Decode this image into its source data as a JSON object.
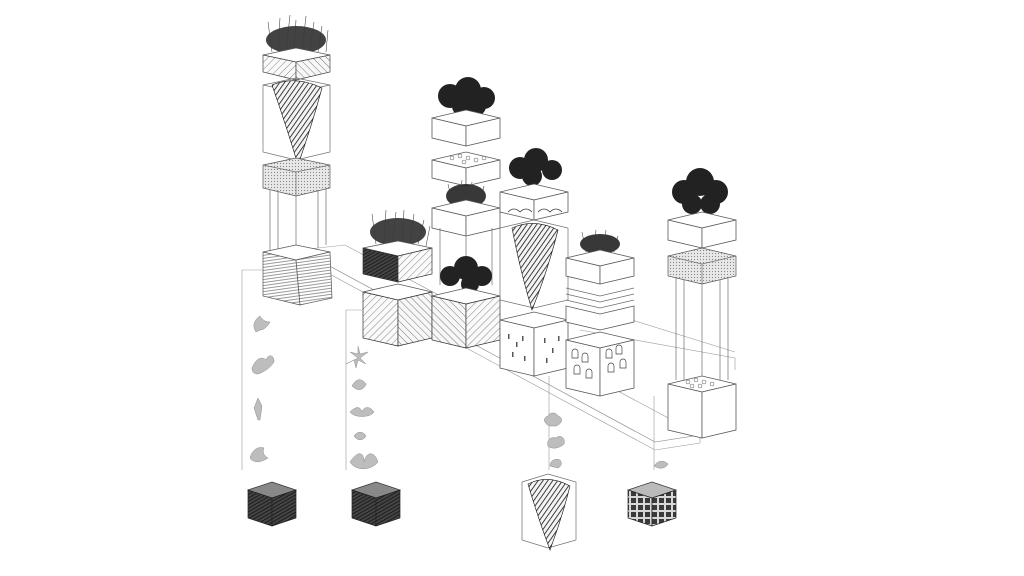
{
  "diagram": {
    "colors": {
      "background": "#ffffff",
      "line": "#6e6e6e",
      "foliage": "#222222",
      "species_icon": "#bdbdbd",
      "weave": "#1e1e1e"
    },
    "towers": [
      {
        "id": "tower-a",
        "modules": [
          "foliage-planter",
          "woven-cone",
          "frame-module",
          "striped-base"
        ]
      },
      {
        "id": "tower-b",
        "modules": [
          "foliage-planter",
          "textured-cube"
        ]
      },
      {
        "id": "tower-c",
        "modules": [
          "foliage-planter",
          "pebble-tray",
          "foliage-planter",
          "foliage-planter",
          "textured-cube"
        ]
      },
      {
        "id": "tower-d",
        "modules": [
          "foliage-planter",
          "woven-cone",
          "perforated-cube"
        ]
      },
      {
        "id": "tower-e",
        "modules": [
          "foliage-planter",
          "slatted-module",
          "cutout-cube"
        ]
      },
      {
        "id": "tower-f",
        "modules": [
          "foliage-planter",
          "frame-module",
          "pebble-base"
        ]
      }
    ],
    "legend_columns": [
      {
        "id": "legend-1",
        "icons": [
          "fern-icon",
          "flower-icon",
          "grass-icon",
          "bird-icon"
        ],
        "sample": "dense-weave-cube"
      },
      {
        "id": "legend-2",
        "icons": [
          "insect-icon",
          "bee-icon",
          "moth-icon",
          "snail-icon",
          "butterfly-icon"
        ],
        "sample": "dense-weave-cube"
      },
      {
        "id": "legend-3",
        "icons": [
          "succulent-icon",
          "shrub-icon",
          "mushroom-icon"
        ],
        "sample": "woven-cone"
      },
      {
        "id": "legend-4",
        "icons": [
          "small-bird-icon"
        ],
        "sample": "carved-cube"
      }
    ]
  }
}
